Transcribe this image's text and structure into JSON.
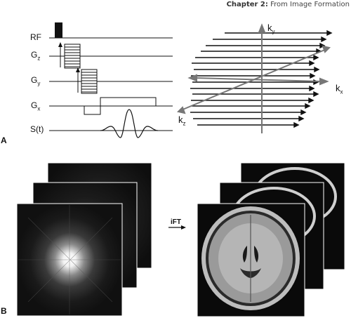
{
  "header": {
    "chapter": "Chapter 2:",
    "title": "From Image Formation"
  },
  "panel_a": {
    "label": "A",
    "sequence_labels": [
      {
        "main": "RF",
        "sub": ""
      },
      {
        "main": "G",
        "sub": "z"
      },
      {
        "main": "G",
        "sub": "y"
      },
      {
        "main": "G",
        "sub": "x"
      },
      {
        "main": "S(t)",
        "sub": ""
      }
    ],
    "kspace_axes": {
      "ky": {
        "main": "k",
        "sub": "y"
      },
      "kx": {
        "main": "k",
        "sub": "x"
      },
      "kz": {
        "main": "k",
        "sub": "z"
      }
    }
  },
  "panel_b": {
    "label": "B",
    "transform_label": "iFT"
  },
  "colors": {
    "line": "#111111",
    "axis_gray": "#777777",
    "image_bg": "#0a0a0a"
  }
}
